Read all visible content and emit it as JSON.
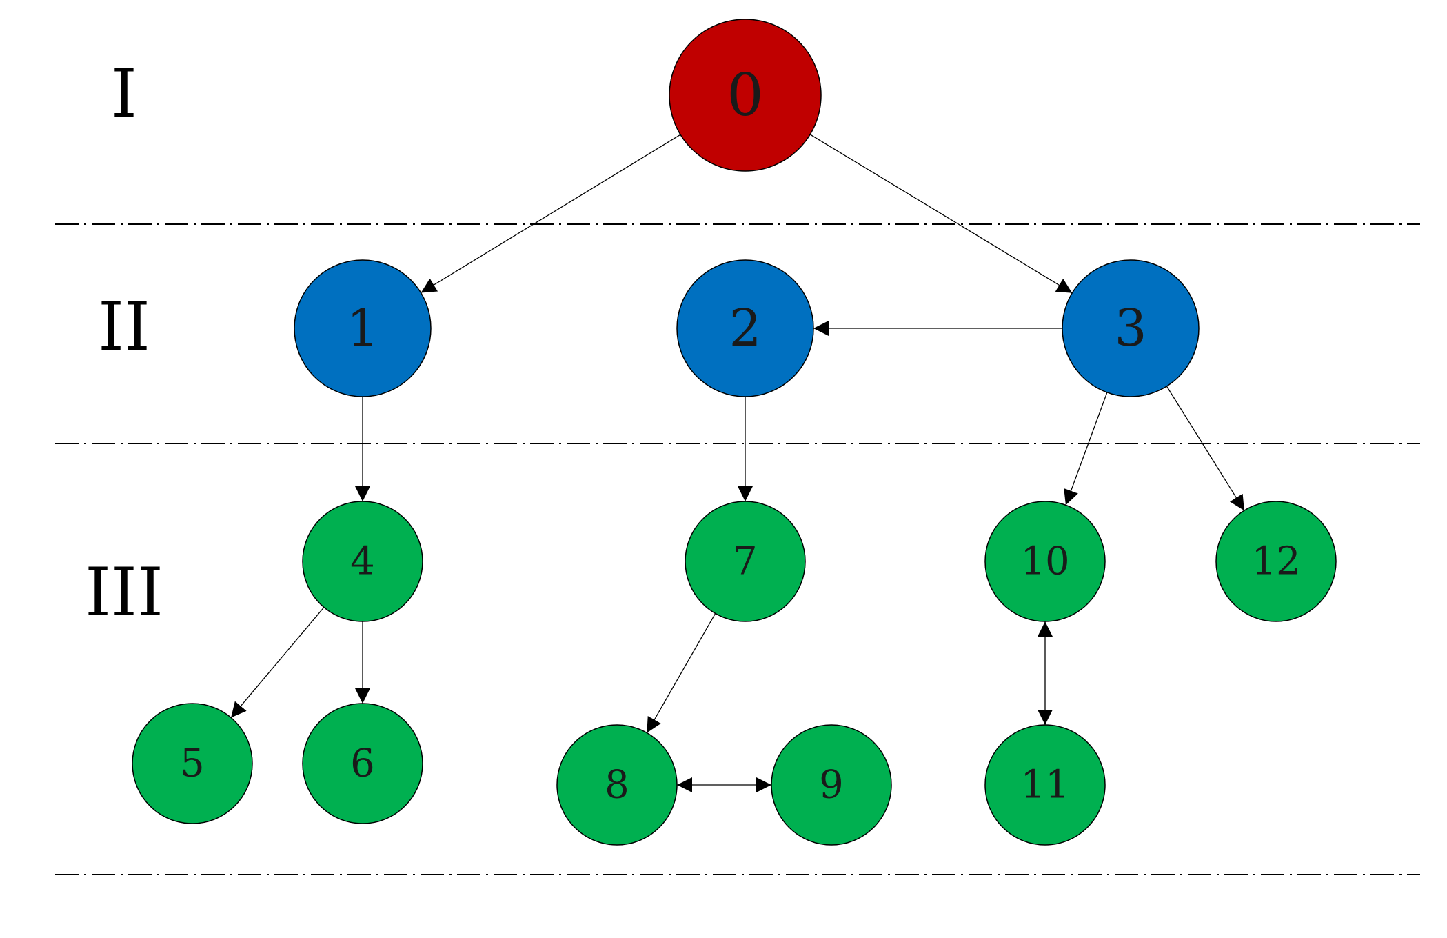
{
  "colors": {
    "level_1": "#c00000",
    "level_2": "#0070c0",
    "level_3": "#00b050"
  },
  "levels": [
    {
      "id": "1",
      "label": "I"
    },
    {
      "id": "2",
      "label": "II"
    },
    {
      "id": "3",
      "label": "III"
    }
  ],
  "nodes": [
    {
      "id": "0",
      "label": "0",
      "level": 1
    },
    {
      "id": "1",
      "label": "1",
      "level": 2
    },
    {
      "id": "2",
      "label": "2",
      "level": 2
    },
    {
      "id": "3",
      "label": "3",
      "level": 2
    },
    {
      "id": "4",
      "label": "4",
      "level": 3
    },
    {
      "id": "5",
      "label": "5",
      "level": 3
    },
    {
      "id": "6",
      "label": "6",
      "level": 3
    },
    {
      "id": "7",
      "label": "7",
      "level": 3
    },
    {
      "id": "8",
      "label": "8",
      "level": 3
    },
    {
      "id": "9",
      "label": "9",
      "level": 3
    },
    {
      "id": "10",
      "label": "10",
      "level": 3
    },
    {
      "id": "11",
      "label": "11",
      "level": 3
    },
    {
      "id": "12",
      "label": "12",
      "level": 3
    }
  ],
  "edges": [
    {
      "from": "0",
      "to": "1",
      "direction": "forward"
    },
    {
      "from": "0",
      "to": "3",
      "direction": "forward"
    },
    {
      "from": "3",
      "to": "2",
      "direction": "forward"
    },
    {
      "from": "1",
      "to": "4",
      "direction": "forward"
    },
    {
      "from": "2",
      "to": "7",
      "direction": "forward"
    },
    {
      "from": "3",
      "to": "10",
      "direction": "forward"
    },
    {
      "from": "3",
      "to": "12",
      "direction": "forward"
    },
    {
      "from": "4",
      "to": "5",
      "direction": "forward"
    },
    {
      "from": "4",
      "to": "6",
      "direction": "forward"
    },
    {
      "from": "7",
      "to": "8",
      "direction": "forward"
    },
    {
      "from": "8",
      "to": "9",
      "direction": "both"
    },
    {
      "from": "10",
      "to": "11",
      "direction": "both"
    }
  ]
}
